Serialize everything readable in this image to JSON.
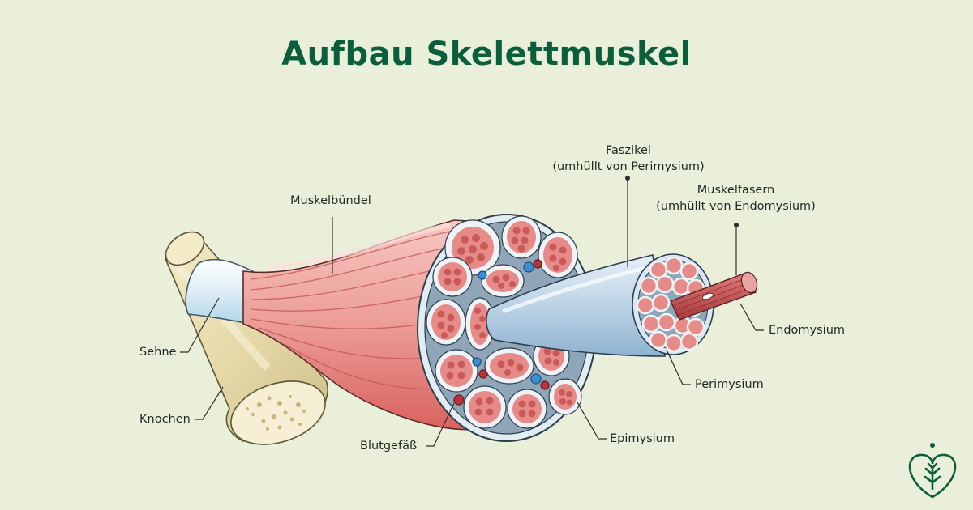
{
  "title": "Aufbau Skelettmuskel",
  "labels": {
    "faszikel": [
      "Faszikel",
      "(umhüllt von Perimysium)"
    ],
    "muskelfasern": [
      "Muskelfasern",
      "(umhüllt von Endomysium)"
    ],
    "muskelbuendel": "Muskelbündel",
    "sehne": "Sehne",
    "knochen": "Knochen",
    "blutgefaess": "Blutgefäß",
    "epimysium": "Epimysium",
    "perimysium": "Perimysium",
    "endomysium": "Endomysium"
  },
  "colors": {
    "title": "#0b5e3c",
    "background": "#e9efd9",
    "muscle": "#e8908c",
    "sheath": "#c9dbea",
    "bone": "#ede2b8",
    "fiber": "#cf5a5a"
  },
  "icons": {
    "logo": "leaf-heart-logo-icon"
  }
}
